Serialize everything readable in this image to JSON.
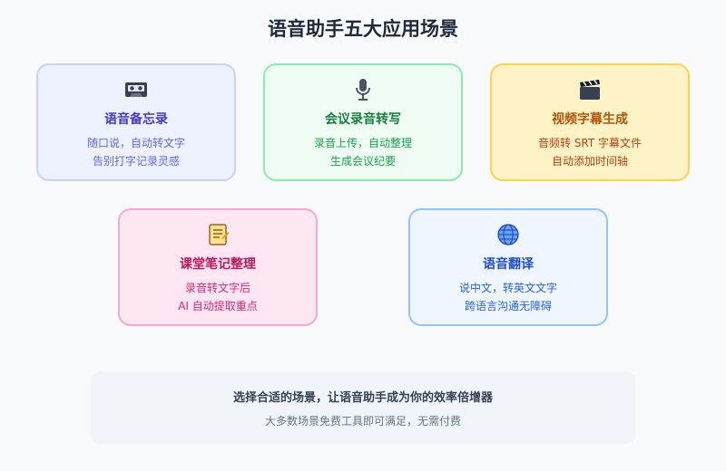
{
  "title": "语音助手五大应用场景",
  "cards": [
    {
      "icon": "tape-cassette-icon",
      "name": "语音备忘录",
      "line1": "随口说，自动转文字",
      "line2": "告别打字记录灵感"
    },
    {
      "icon": "microphone-icon",
      "name": "会议录音转写",
      "line1": "录音上传，自动整理",
      "line2": "生成会议纪要"
    },
    {
      "icon": "clapper-board-icon",
      "name": "视频字幕生成",
      "line1": "音频转 SRT 字幕文件",
      "line2": "自动添加时间轴"
    },
    {
      "icon": "notepad-icon",
      "name": "课堂笔记整理",
      "line1": "录音转文字后",
      "line2": "AI 自动提取重点"
    },
    {
      "icon": "globe-icon",
      "name": "语音翻译",
      "line1": "说中文，转英文文字",
      "line2": "跨语言沟通无障碍"
    }
  ],
  "footer": {
    "main": "选择合适的场景，让语音助手成为你的效率倍增器",
    "sub": "大多数场景免费工具即可满足，无需付费"
  }
}
